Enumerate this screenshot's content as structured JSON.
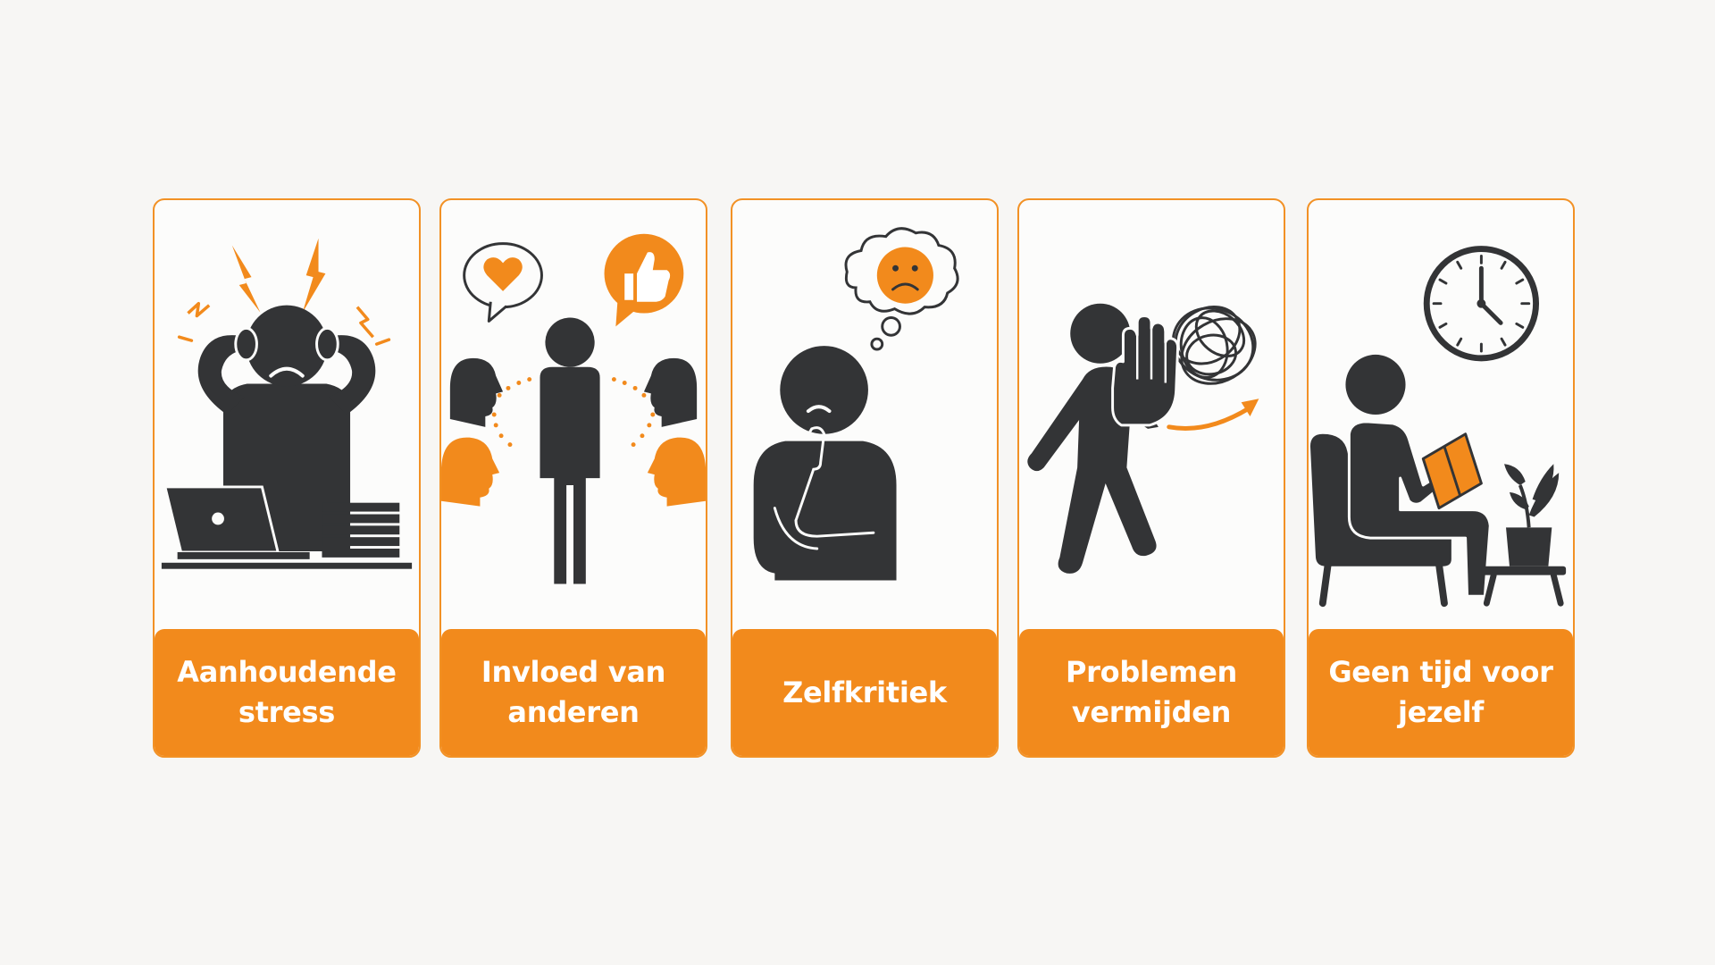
{
  "colors": {
    "accent": "#f28a1c",
    "border": "#f29125",
    "figure": "#333436",
    "background": "#f7f6f4",
    "panel": "#fcfcfb",
    "label_text": "#ffffff"
  },
  "panels": [
    {
      "label": "Aanhoudende\nstress",
      "icons": [
        "stressed-person-icon",
        "lightning-icon",
        "laptop-icon",
        "paper-stack-icon"
      ]
    },
    {
      "label": "Invloed van\nanderen",
      "icons": [
        "person-icon",
        "heart-bubble-icon",
        "thumbs-up-bubble-icon",
        "talking-heads-icon"
      ]
    },
    {
      "label": "Zelfkritiek",
      "icons": [
        "thinking-person-icon",
        "sad-face-thought-bubble-icon"
      ]
    },
    {
      "label": "Problemen\nvermijden",
      "icons": [
        "walking-person-icon",
        "stop-hand-icon",
        "tangle-icon",
        "arrow-icon"
      ]
    },
    {
      "label": "Geen tijd voor\njezelf",
      "icons": [
        "clock-icon",
        "reading-person-icon",
        "armchair-icon",
        "book-icon",
        "plant-icon"
      ]
    }
  ]
}
